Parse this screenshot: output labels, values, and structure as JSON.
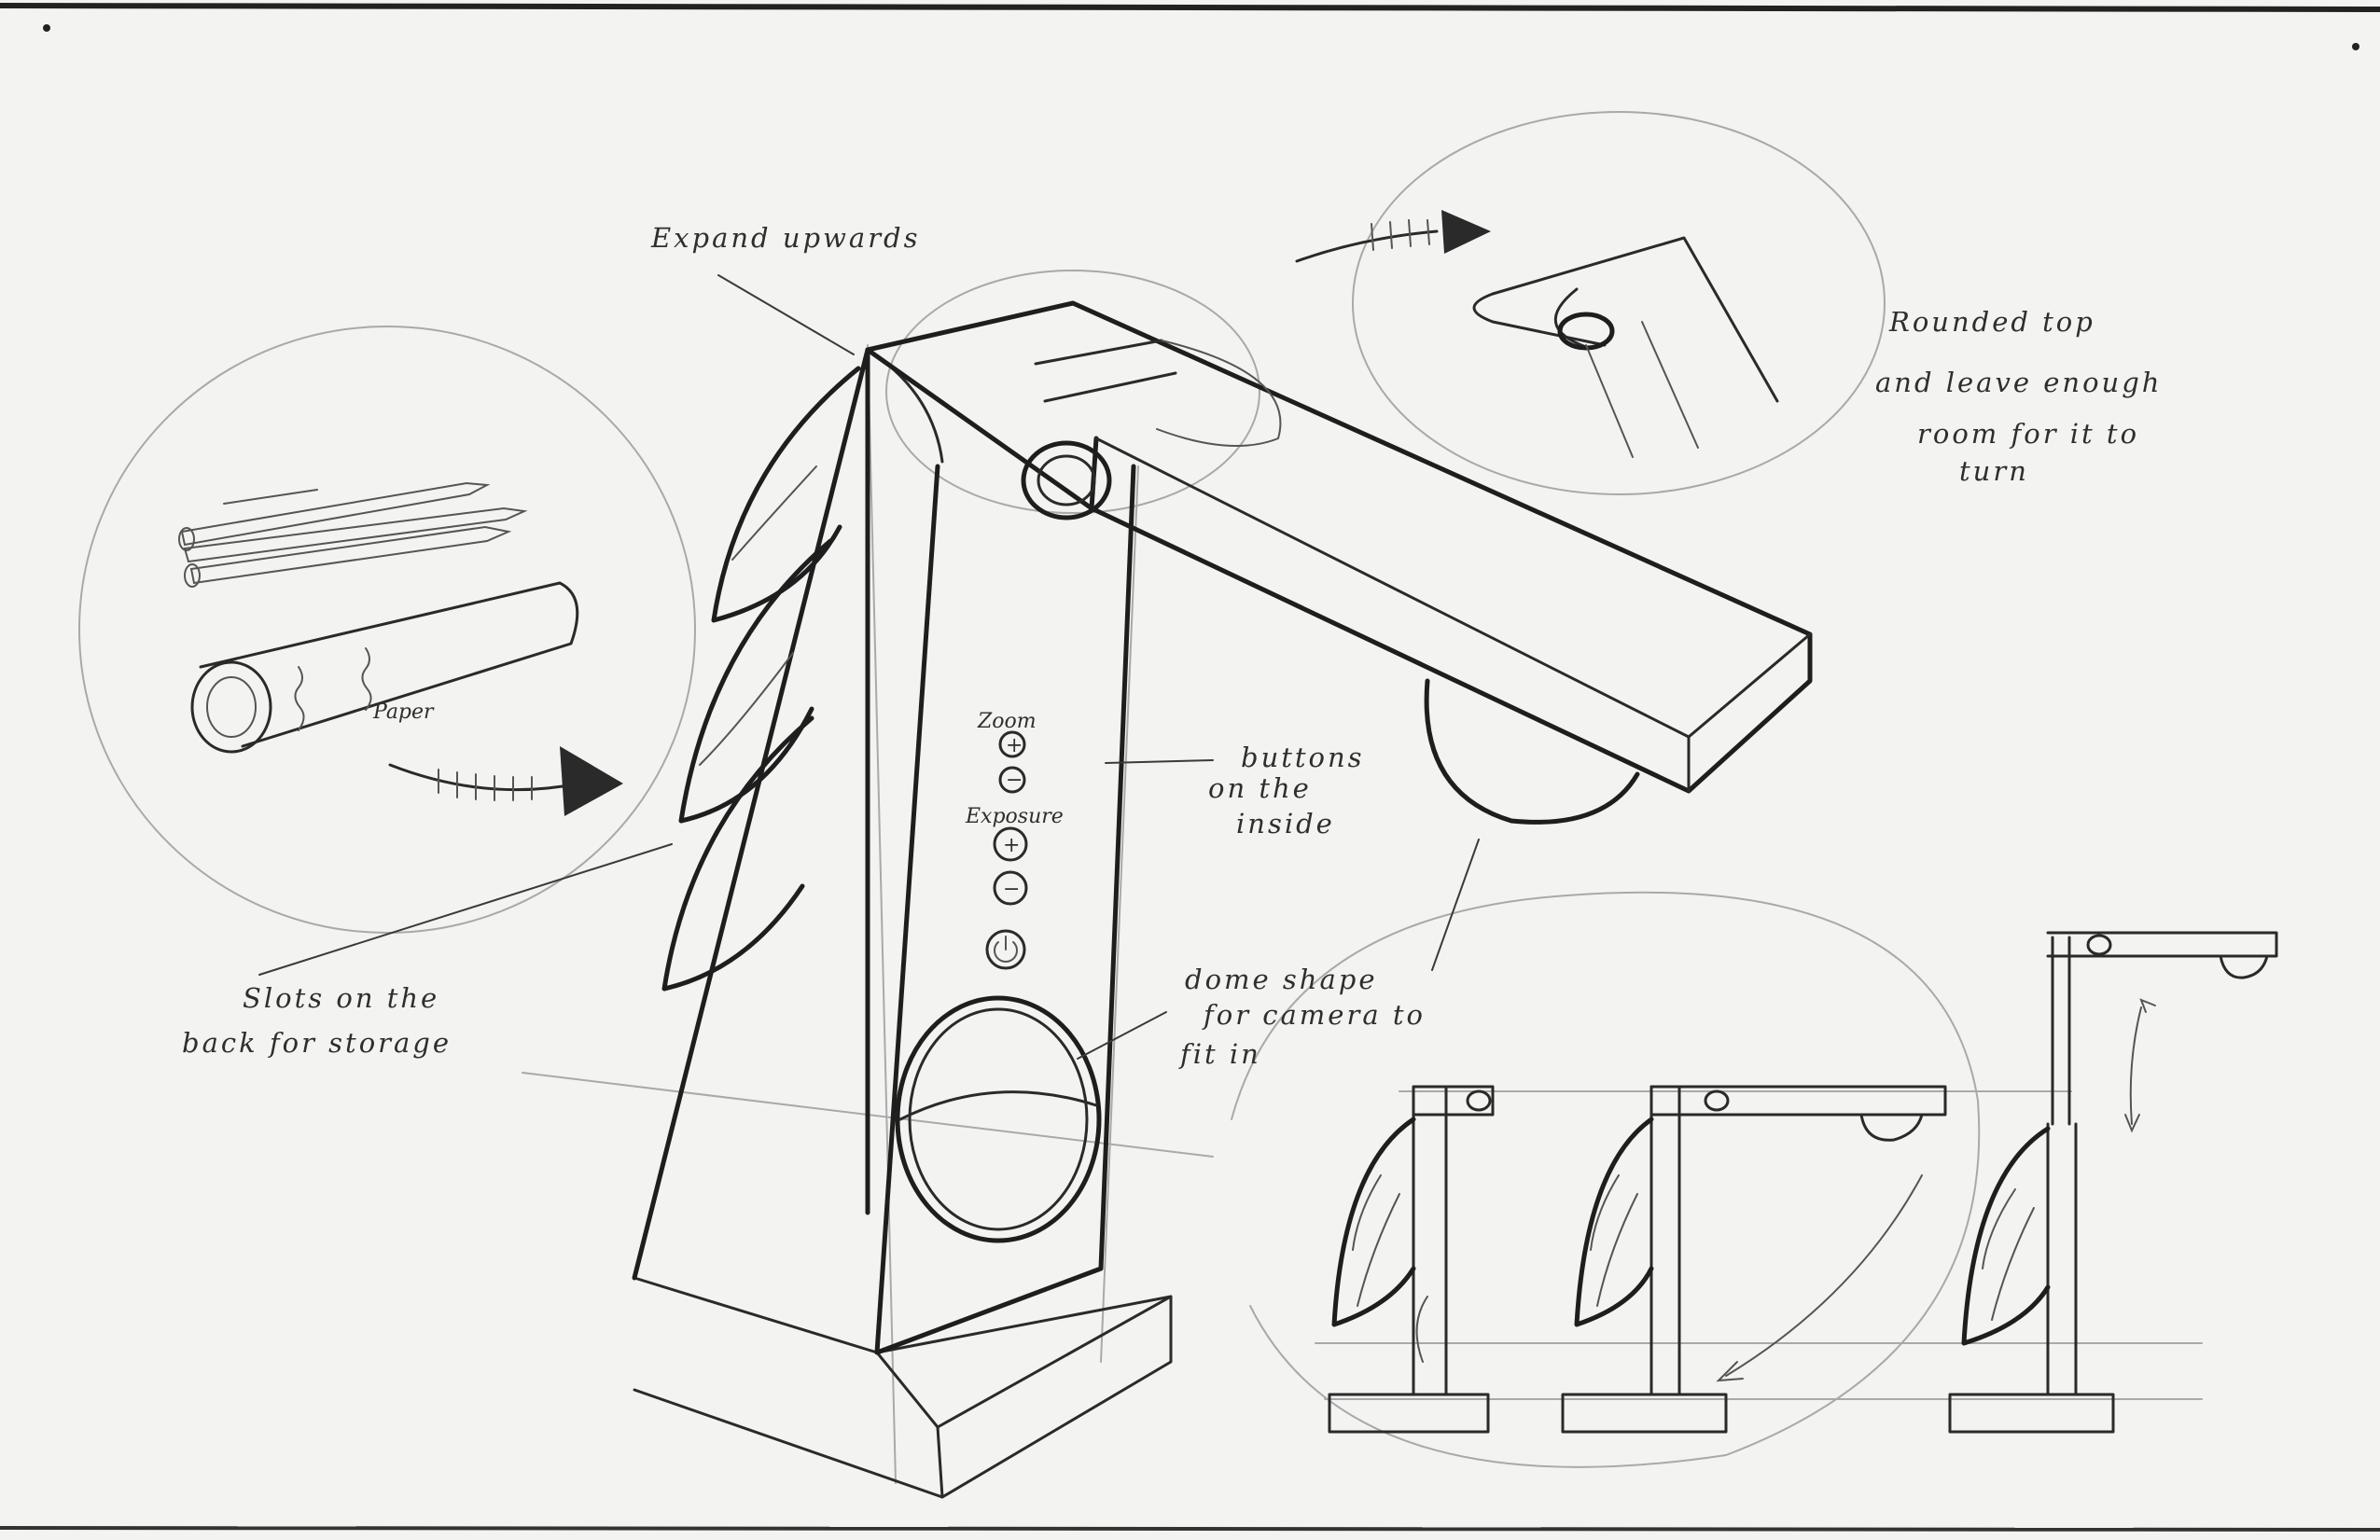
{
  "annotations": {
    "expand_upwards": "Expand upwards",
    "rounded_top_line1": "Rounded top",
    "rounded_top_line2": "and leave enough",
    "rounded_top_line3": "room for it to",
    "rounded_top_line4": "turn",
    "slots_line1": "Slots on the",
    "slots_line2": "back for storage",
    "buttons_line1": "buttons",
    "buttons_line2": "on the",
    "buttons_line3": "inside",
    "dome_line1": "dome shape",
    "dome_line2": "for camera to",
    "dome_line3": "fit in",
    "paper_label": "Paper"
  },
  "control_panel": {
    "zoom_label": "Zoom",
    "zoom_in_symbol": "+",
    "zoom_out_symbol": "−",
    "exposure_label": "Exposure",
    "exposure_up_symbol": "+",
    "exposure_down_symbol": "−",
    "power_icon": "power-icon"
  },
  "colors": {
    "paper": "#f3f3f1",
    "ink": "#1e1e1e",
    "pencil": "#a9a9a9"
  }
}
